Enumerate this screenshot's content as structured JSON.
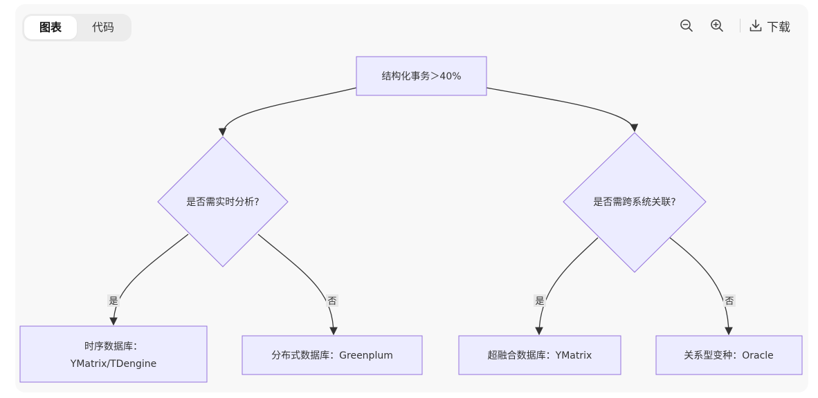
{
  "toolbar": {
    "tabs": [
      {
        "label": "图表",
        "active": true
      },
      {
        "label": "代码",
        "active": false
      }
    ],
    "zoom_out_icon": "zoom-out-icon",
    "zoom_in_icon": "zoom-in-icon",
    "download_icon": "download-icon",
    "download_label": "下载"
  },
  "diagram": {
    "root": "结构化事务＞40%",
    "decision_left": "是否需实时分析?",
    "decision_right": "是否需跨系统关联?",
    "leaf_1_line1": "时序数据库：",
    "leaf_1_line2": "YMatrix/TDengine",
    "leaf_2": "分布式数据库：Greenplum",
    "leaf_3": "超融合数据库：YMatrix",
    "leaf_4": "关系型变种：Oracle",
    "edge_yes": "是",
    "edge_no": "否"
  },
  "colors": {
    "node_fill": "#ECECFF",
    "node_stroke": "#9370DB",
    "edge": "#333333"
  }
}
